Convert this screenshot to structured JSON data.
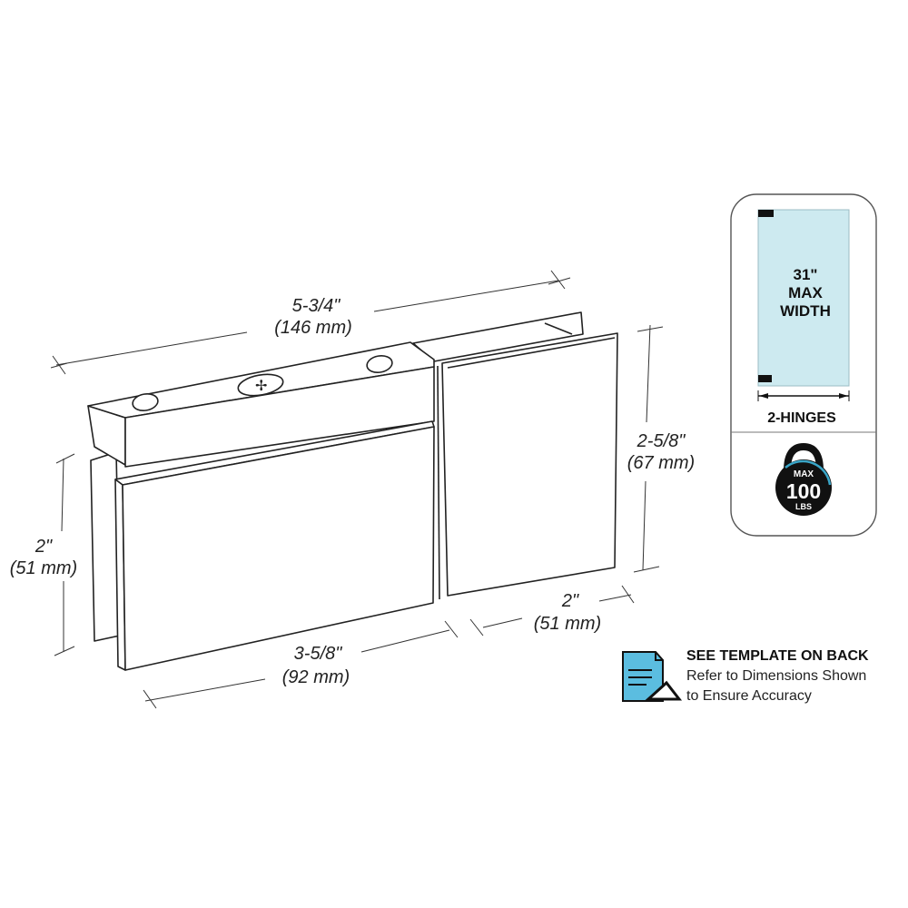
{
  "dimensions": {
    "overall_width": {
      "imperial": "5-3/4\"",
      "metric": "(146 mm)"
    },
    "left_height": {
      "imperial": "2\"",
      "metric": "(51 mm)"
    },
    "bottom_width": {
      "imperial": "3-5/8\"",
      "metric": "(92 mm)"
    },
    "right_width": {
      "imperial": "2\"",
      "metric": "(51 mm)"
    },
    "right_height": {
      "imperial": "2-5/8\"",
      "metric": "(67 mm)"
    }
  },
  "spec_panel": {
    "glass_line1": "31\"",
    "glass_line2": "MAX",
    "glass_line3": "WIDTH",
    "hinges": "2-HINGES",
    "weight_top": "MAX",
    "weight_value": "100",
    "weight_unit": "LBS",
    "glass_color": "#cdeaf0",
    "ring_color": "#3aa6c8"
  },
  "template_note": {
    "title": "SEE TEMPLATE ON BACK",
    "line1": "Refer to Dimensions Shown",
    "line2": "to Ensure Accuracy",
    "icon": "document-with-triangle-icon",
    "icon_color": "#5bbde0"
  }
}
